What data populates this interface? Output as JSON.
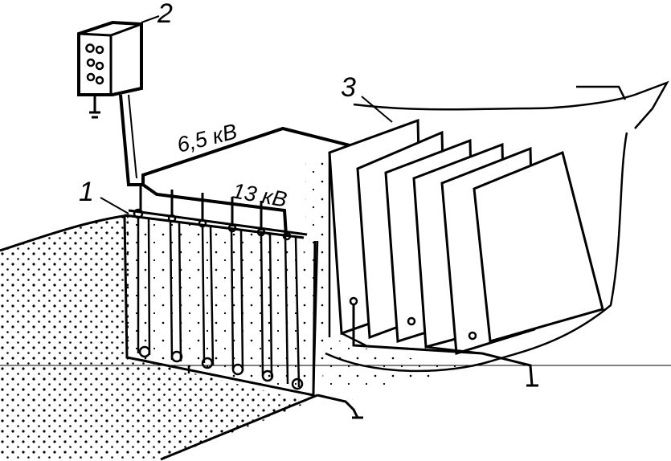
{
  "labels": {
    "one": "1",
    "two": "2",
    "three": "3",
    "voltage_high": "6,5 кВ",
    "voltage_low": "13 кВ"
  },
  "colors": {
    "ink": "#000000",
    "paper": "#ffffff"
  }
}
